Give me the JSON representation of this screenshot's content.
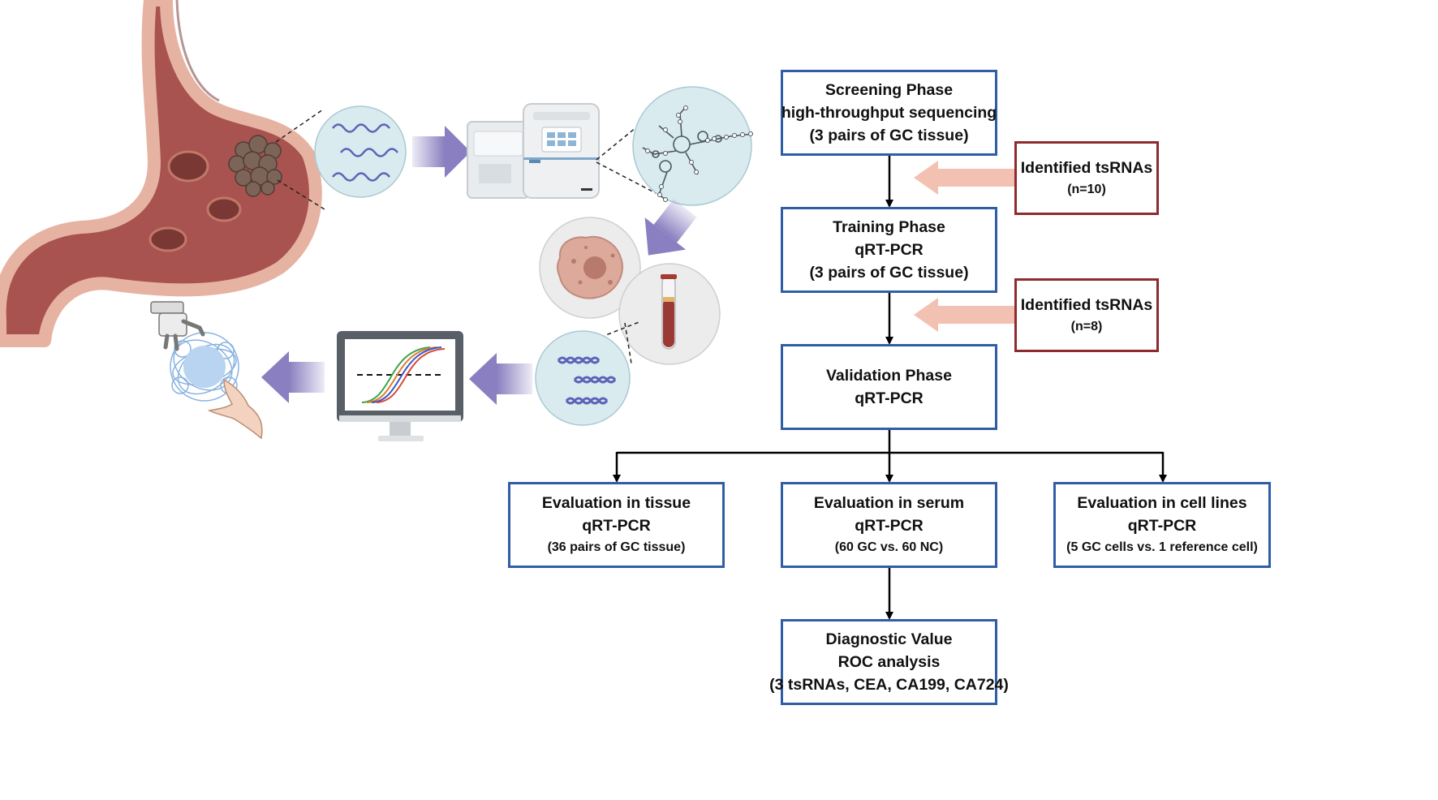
{
  "colors": {
    "box_border": "#2f5ea6",
    "side_box_border": "#8e2b2e",
    "side_arrow": "#f2c1b1",
    "process_arrow": "#8a7fc0",
    "stomach_wall": "#a8534f",
    "stomach_lining": "#e8b8a8"
  },
  "icons": [
    "stomach-icon",
    "rna-strands-icon",
    "sequencer-icon",
    "tsrna-structure-icon",
    "cancer-cell-icon",
    "blood-tube-icon",
    "dna-icon",
    "qpcr-monitor-icon",
    "robot-hand-icon",
    "human-hand-icon",
    "nanoparticle-icon"
  ],
  "flow": {
    "screening": {
      "l1": "Screening Phase",
      "l2": "high-throughput sequencing",
      "l3": "(3 pairs of GC tissue)"
    },
    "identified1": {
      "l1": "Identified tsRNAs",
      "l2": "(n=10)"
    },
    "training": {
      "l1": "Training Phase",
      "l2": "qRT-PCR",
      "l3": "(3 pairs of GC tissue)"
    },
    "identified2": {
      "l1": "Identified tsRNAs",
      "l2": "(n=8)"
    },
    "validation": {
      "l1": "Validation Phase",
      "l2": "qRT-PCR"
    },
    "tissue": {
      "l1": "Evaluation in tissue",
      "l2": "qRT-PCR",
      "l3": "(36 pairs of GC tissue)"
    },
    "serum": {
      "l1": "Evaluation in serum",
      "l2": "qRT-PCR",
      "l3": "(60 GC vs. 60 NC)"
    },
    "cells": {
      "l1": "Evaluation in cell lines",
      "l2": "qRT-PCR",
      "l3": "(5 GC cells vs. 1 reference cell)"
    },
    "diagnostic": {
      "l1": "Diagnostic Value",
      "l2": "ROC analysis",
      "l3": "(3 tsRNAs, CEA, CA199, CA724)"
    }
  }
}
